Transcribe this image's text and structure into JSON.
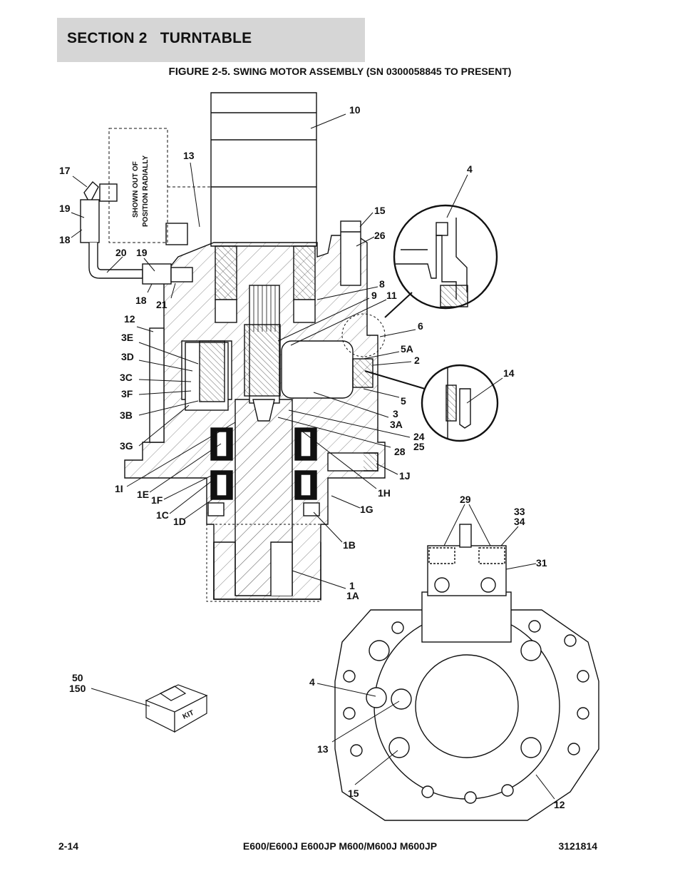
{
  "section_header": "SECTION 2   TURNTABLE",
  "figure": {
    "number": "FIGURE 2-5.",
    "title": "SWING MOTOR ASSEMBLY (SN 0300058845 TO PRESENT)"
  },
  "note": {
    "line1": "SHOWN OUT OF",
    "line2": "POSITION RADIALLY"
  },
  "kit_label": "KIT",
  "callouts": {
    "c10": "10",
    "c13": "13",
    "c17": "17",
    "c19a": "19",
    "c18a": "18",
    "c20": "20",
    "c19b": "19",
    "c18b": "18",
    "c21": "21",
    "c15": "15",
    "c26": "26",
    "c4": "4",
    "c8": "8",
    "c9": "9",
    "c11": "11",
    "c12": "12",
    "c3e": "3E",
    "c3d": "3D",
    "c3c": "3C",
    "c3f": "3F",
    "c3b": "3B",
    "c3g": "3G",
    "c6": "6",
    "c5a": "5A",
    "c2": "2",
    "c5": "5",
    "c14": "14",
    "c3": "3",
    "c3a": "3A",
    "c24": "24",
    "c25": "25",
    "c28": "28",
    "c1j": "1J",
    "c1h": "1H",
    "c1i": "1I",
    "c1e": "1E",
    "c1f": "1F",
    "c1c": "1C",
    "c1d": "1D",
    "c1g": "1G",
    "c1b": "1B",
    "c1": "1",
    "c1a": "1A",
    "c29": "29",
    "c33": "33",
    "c34": "34",
    "c31": "31",
    "c50": "50",
    "c150": "150",
    "c4b": "4",
    "c13b": "13",
    "c15b": "15",
    "c12b": "12"
  },
  "footer": {
    "page": "2-14",
    "models": "E600/E600J E600JP M600/M600J M600JP",
    "doc_number": "3121814"
  }
}
